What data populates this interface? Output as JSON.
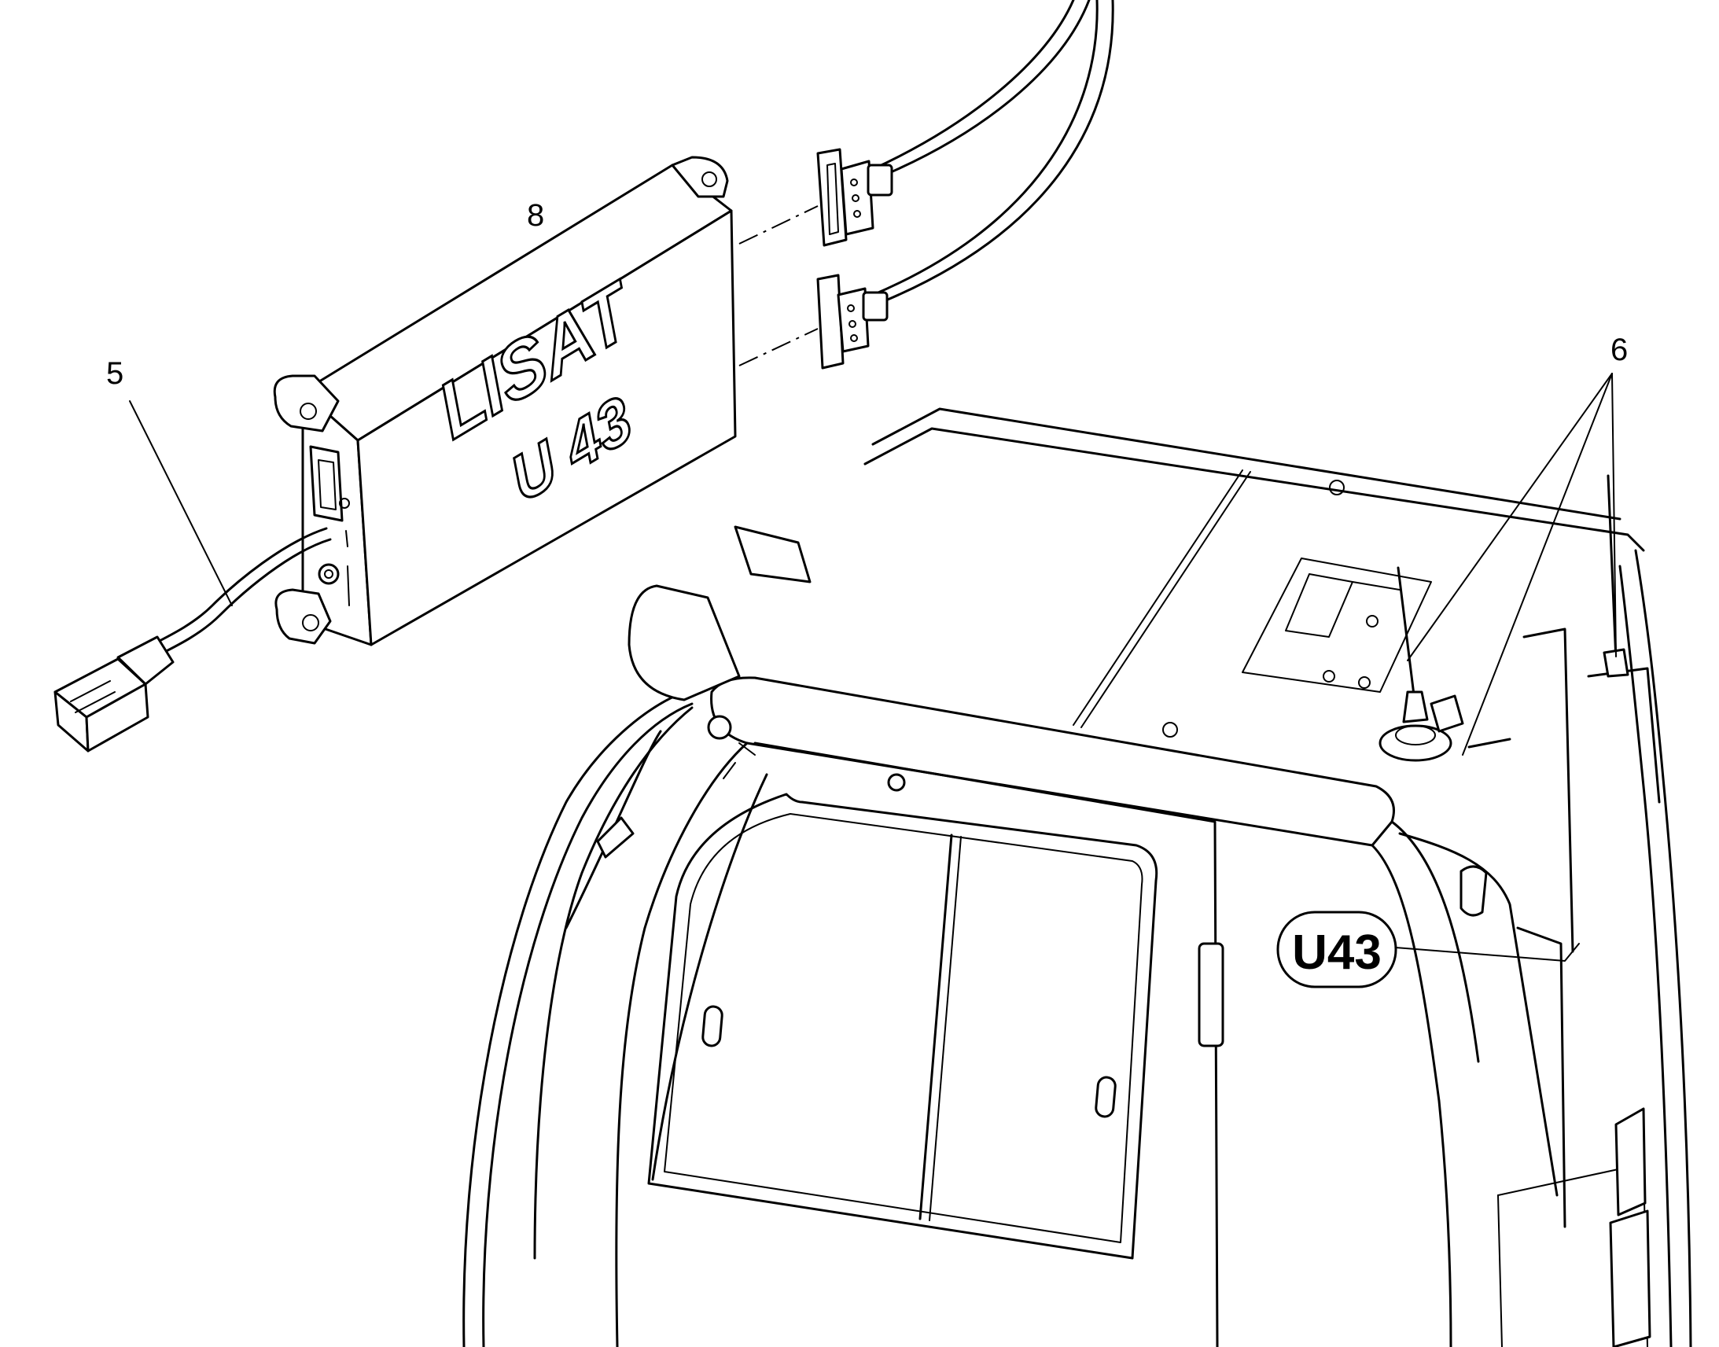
{
  "callouts": {
    "c8": "8",
    "c5": "5",
    "c6": "6"
  },
  "module": {
    "line1": "LISAT",
    "line2": "U 43"
  },
  "badge": {
    "label": "U43"
  },
  "colors": {
    "ink": "#000000",
    "paper": "#ffffff"
  }
}
